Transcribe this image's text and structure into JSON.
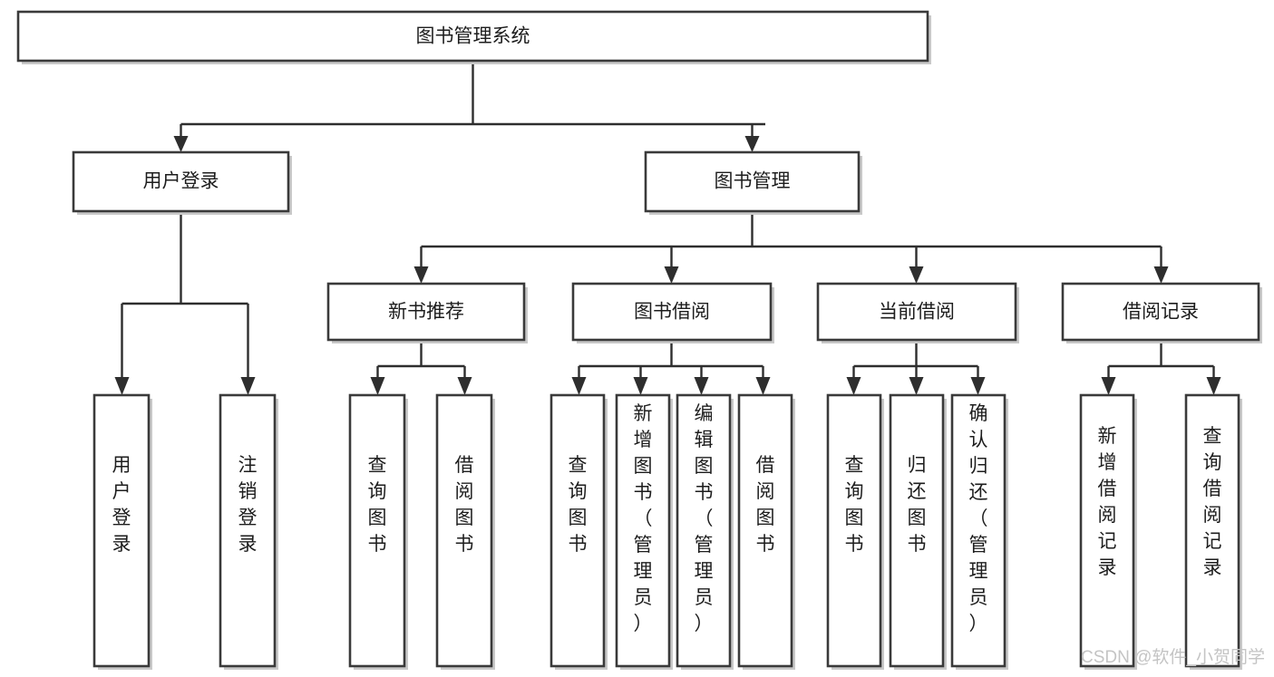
{
  "diagram": {
    "type": "tree",
    "title": "图书管理系统",
    "root": {
      "id": "root",
      "label": "图书管理系统",
      "orientation": "horizontal"
    },
    "level2": [
      {
        "id": "user-login",
        "label": "用户登录",
        "orientation": "horizontal"
      },
      {
        "id": "book-manage",
        "label": "图书管理",
        "orientation": "horizontal"
      }
    ],
    "level3": [
      {
        "id": "new-book-recommend",
        "label": "新书推荐",
        "orientation": "horizontal",
        "parent": "book-manage"
      },
      {
        "id": "book-borrow",
        "label": "图书借阅",
        "orientation": "horizontal",
        "parent": "book-manage"
      },
      {
        "id": "current-borrow",
        "label": "当前借阅",
        "orientation": "horizontal",
        "parent": "book-manage"
      },
      {
        "id": "borrow-record",
        "label": "借阅记录",
        "orientation": "horizontal",
        "parent": "book-manage"
      }
    ],
    "leaves": [
      {
        "id": "leaf-user-login",
        "label": "用户登录",
        "orientation": "vertical",
        "parent": "user-login"
      },
      {
        "id": "leaf-user-logout",
        "label": "注销登录",
        "orientation": "vertical",
        "parent": "user-login"
      },
      {
        "id": "leaf-query-book-1",
        "label": "查询图书",
        "orientation": "vertical",
        "parent": "new-book-recommend"
      },
      {
        "id": "leaf-borrow-book-1",
        "label": "借阅图书",
        "orientation": "vertical",
        "parent": "new-book-recommend"
      },
      {
        "id": "leaf-query-book-2",
        "label": "查询图书",
        "orientation": "vertical",
        "parent": "book-borrow"
      },
      {
        "id": "leaf-add-book",
        "label": "新增图书（管理员）",
        "orientation": "vertical",
        "parent": "book-borrow"
      },
      {
        "id": "leaf-edit-book",
        "label": "编辑图书（管理员）",
        "orientation": "vertical",
        "parent": "book-borrow"
      },
      {
        "id": "leaf-borrow-book-2",
        "label": "借阅图书",
        "orientation": "vertical",
        "parent": "book-borrow"
      },
      {
        "id": "leaf-query-book-3",
        "label": "查询图书",
        "orientation": "vertical",
        "parent": "current-borrow"
      },
      {
        "id": "leaf-return-book",
        "label": "归还图书",
        "orientation": "vertical",
        "parent": "current-borrow"
      },
      {
        "id": "leaf-confirm-return",
        "label": "确认归还（管理员）",
        "orientation": "vertical",
        "parent": "current-borrow"
      },
      {
        "id": "leaf-add-record",
        "label": "新增借阅记录",
        "orientation": "vertical",
        "parent": "borrow-record"
      },
      {
        "id": "leaf-query-record",
        "label": "查询借阅记录",
        "orientation": "vertical",
        "parent": "borrow-record"
      }
    ],
    "watermark": "CSDN @软件_小贺同学",
    "colors": {
      "box_fill": "#ffffff",
      "box_stroke": "#3a3a3a",
      "connector": "#2e2e2e",
      "text": "#1d1d1d",
      "watermark": "#c4c4c4",
      "background": "#ffffff"
    }
  }
}
